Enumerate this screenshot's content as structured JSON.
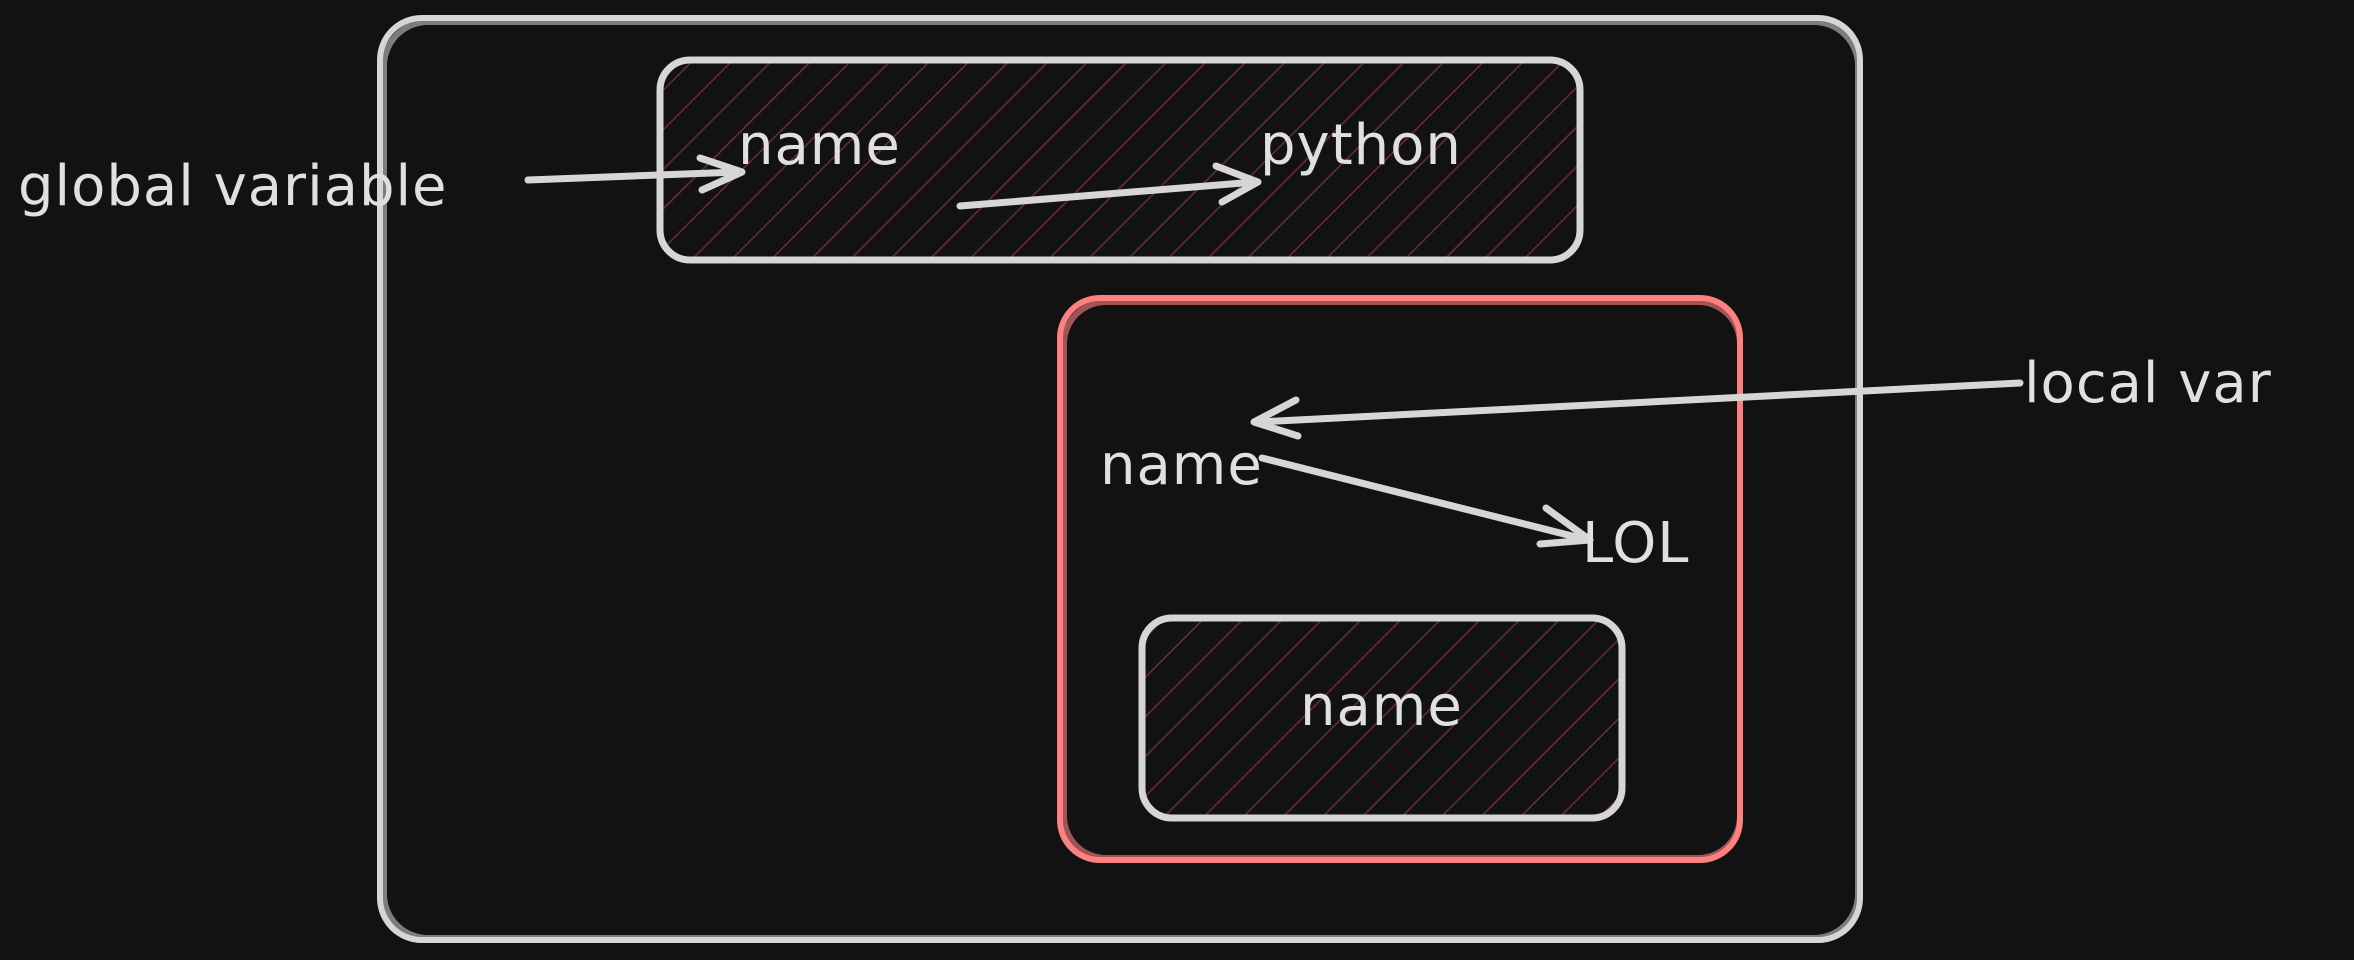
{
  "labels": {
    "global_annotation": "global variable",
    "local_annotation": "local var",
    "global_name": "name",
    "global_value": "python",
    "local_name": "name",
    "local_value": "LOL",
    "inner_name": "name"
  },
  "colors": {
    "background": "#121212",
    "stroke": "#d6d6d6",
    "accent": "#ff8080",
    "hatch": "#6b2e2e"
  }
}
